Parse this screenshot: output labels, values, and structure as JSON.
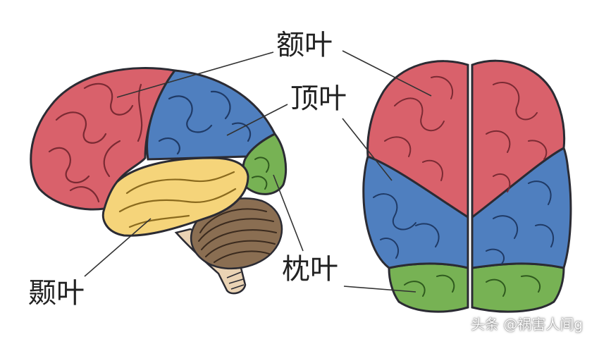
{
  "labels": {
    "frontal": "额叶",
    "parietal": "顶叶",
    "occipital": "枕叶",
    "temporal": "颞叶"
  },
  "watermark": "头条 @祸害人间g",
  "colors": {
    "frontal": "#d9616b",
    "parietal": "#4f7fbf",
    "temporal": "#f5d47a",
    "occipital": "#77b254",
    "cerebellum": "#8a6e52",
    "brainstem": "#ead3b4",
    "outline": "#2b2b33"
  }
}
